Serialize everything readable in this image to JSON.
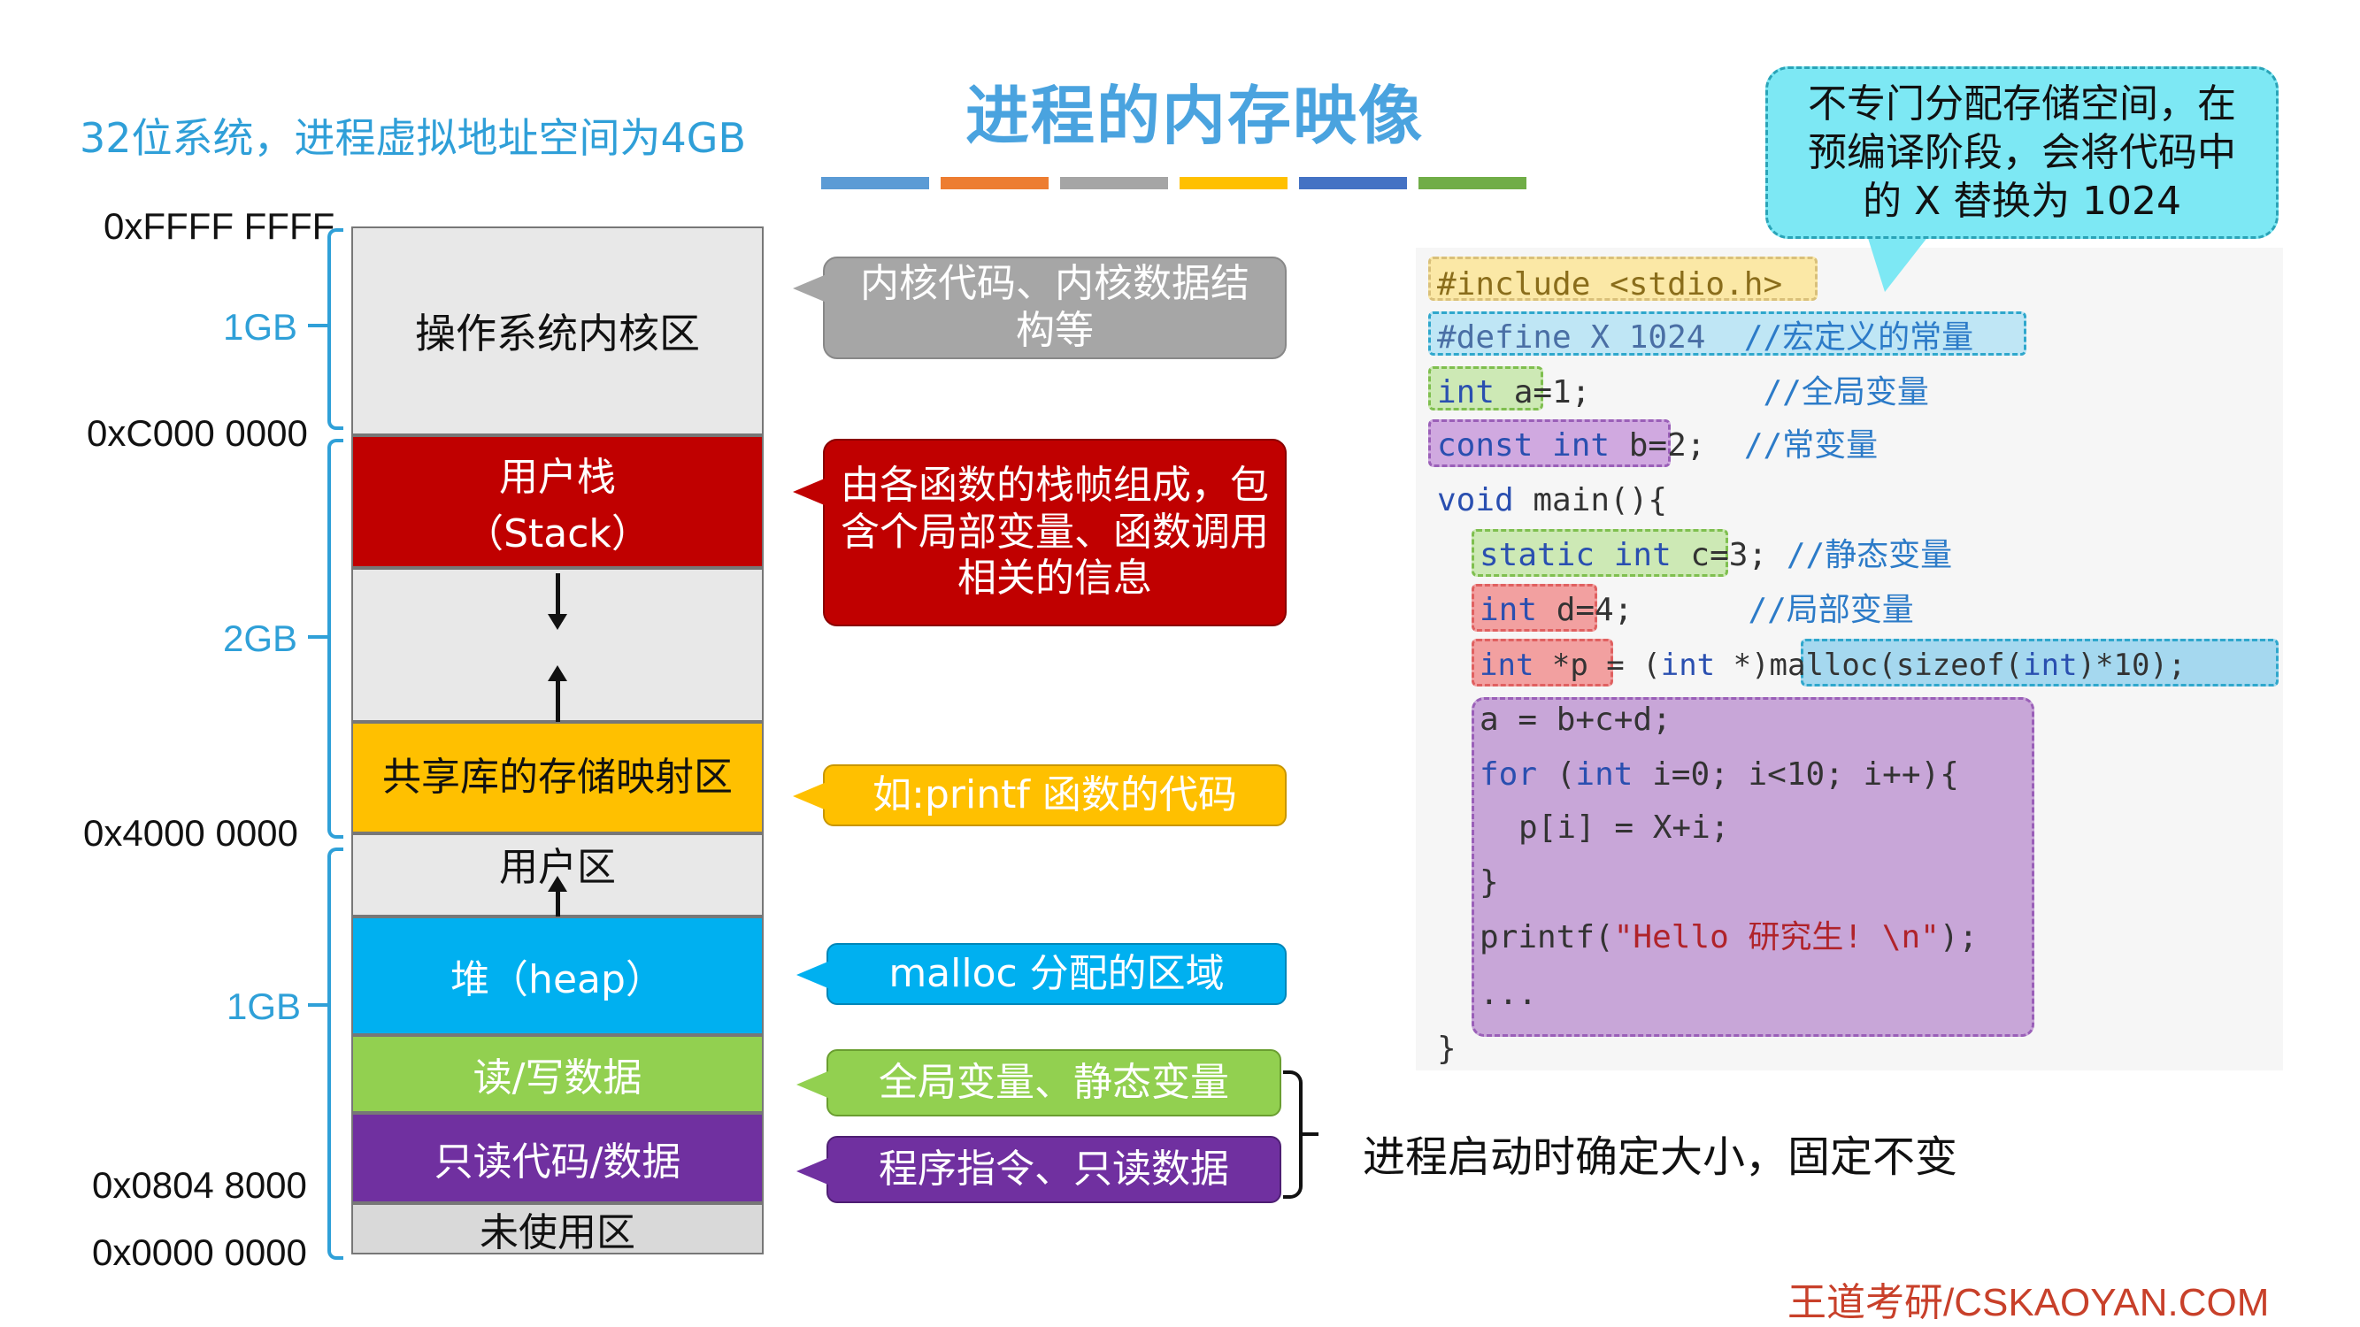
{
  "title": "进程的内存映像",
  "subtitle": "32位系统，进程虚拟地址空间为4GB",
  "colors": {
    "title": "#4aa3df",
    "accent_bars": [
      "#5b9bd5",
      "#ed7d31",
      "#a5a5a5",
      "#ffc000",
      "#4472c4",
      "#70ad47"
    ],
    "kernel": "#e8e8e8",
    "stack": "#c00000",
    "shared_lib": "#ffc000",
    "heap": "#00b0f0",
    "rw_data": "#92d050",
    "ro_code": "#7030a0",
    "unused": "#d9d9d9"
  },
  "addresses": {
    "top": "0xFFFF FFFF",
    "kernel_base": "0xC000 0000",
    "mid": "0x4000 0000",
    "text_start": "0x0804 8000",
    "zero": "0x0000 0000"
  },
  "sizes": {
    "kernel": "1GB",
    "upper_user": "2GB",
    "lower_user": "1GB"
  },
  "regions": {
    "kernel": "操作系统内核区",
    "stack_line1": "用户栈",
    "stack_line2": "（Stack）",
    "shared": "共享库的存储映射区",
    "user": "用户区",
    "heap": "堆（heap）",
    "rw": "读/写数据",
    "ro": "只读代码/数据",
    "unused": "未使用区"
  },
  "callouts": {
    "kernel": "内核代码、内核数据结构等",
    "stack": "由各函数的栈帧组成，包含个局部变量、函数调用相关的信息",
    "shared": "如:printf 函数的代码",
    "heap": "malloc 分配的区域",
    "rw": "全局变量、静态变量",
    "ro": "程序指令、只读数据",
    "fixed": "进程启动时确定大小，固定不变"
  },
  "speech": "不专门分配存储空间，在预编译阶段，会将代码中的 X 替换为 1024",
  "code": {
    "l1": "#include <stdio.h>",
    "l2a": "#define X 1024",
    "l2b": "//宏定义的常量",
    "l3a": "int",
    "l3b": " a=1;",
    "l3c": "//全局变量",
    "l4a": "const int",
    "l4b": " b=2;",
    "l4c": "//常变量",
    "l5a": "void",
    "l5b": " main(){",
    "l6a": "static int",
    "l6b": " c=3;",
    "l6c": "//静态变量",
    "l7a": "int",
    "l7b": " d=4;",
    "l7c": "//局部变量",
    "l8a": "int",
    "l8b": " *p = (",
    "l8c": "int",
    "l8d": " *)malloc(sizeof(",
    "l8e": "int",
    "l8f": ")*10);",
    "l9": "a = b+c+d;",
    "l10a": "for",
    "l10b": " (",
    "l10c": "int",
    "l10d": " i=0; i<10; i++){",
    "l11": "p[i] = X+i;",
    "l12": "}",
    "l13a": "printf(",
    "l13b": "\"Hello 研究生! \\n\"",
    "l13c": ");",
    "l14": "...",
    "l15": "}"
  },
  "footer": "王道考研/CSKAOYAN.COM"
}
